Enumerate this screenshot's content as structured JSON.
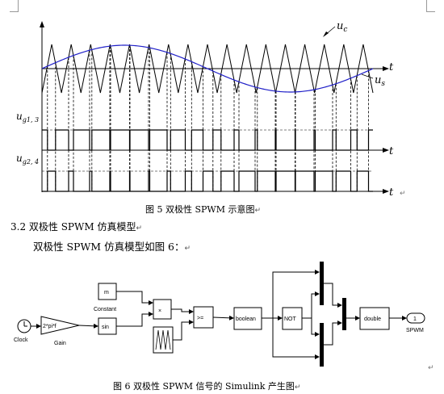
{
  "figure5": {
    "caption": "图 5  双极性 SPWM 示意图",
    "labels": {
      "uc": "u",
      "uc_sub": "c",
      "us": "u",
      "us_sub": "s",
      "t": "t",
      "g13": "u",
      "g13_sub": "g1, 3",
      "g24": "u",
      "g24_sub": "g2, 4"
    }
  },
  "section": {
    "heading": "3.2  双极性 SPWM 仿真模型",
    "paragraph": "双极性 SPWM 仿真模型如图 6："
  },
  "figure6": {
    "caption_prefix": "图 6  双极性 SPWM 信号的 ",
    "caption_simulink": "Simulink",
    "caption_suffix": " 产生图",
    "blocks": {
      "clock": "Clock",
      "gain_text": "2*pi*f",
      "gain": "Gain",
      "constant_text": "m",
      "constant": "Constant",
      "sin": "sin",
      "product": "×",
      "relop": ">=",
      "boolean": "boolean",
      "not": "NOT",
      "double": "double",
      "out_port": "1",
      "out": "SPWM"
    }
  },
  "marks": {
    "return": "↵"
  },
  "colors": {
    "sine": "#1f1fc8",
    "line": "#000000"
  }
}
